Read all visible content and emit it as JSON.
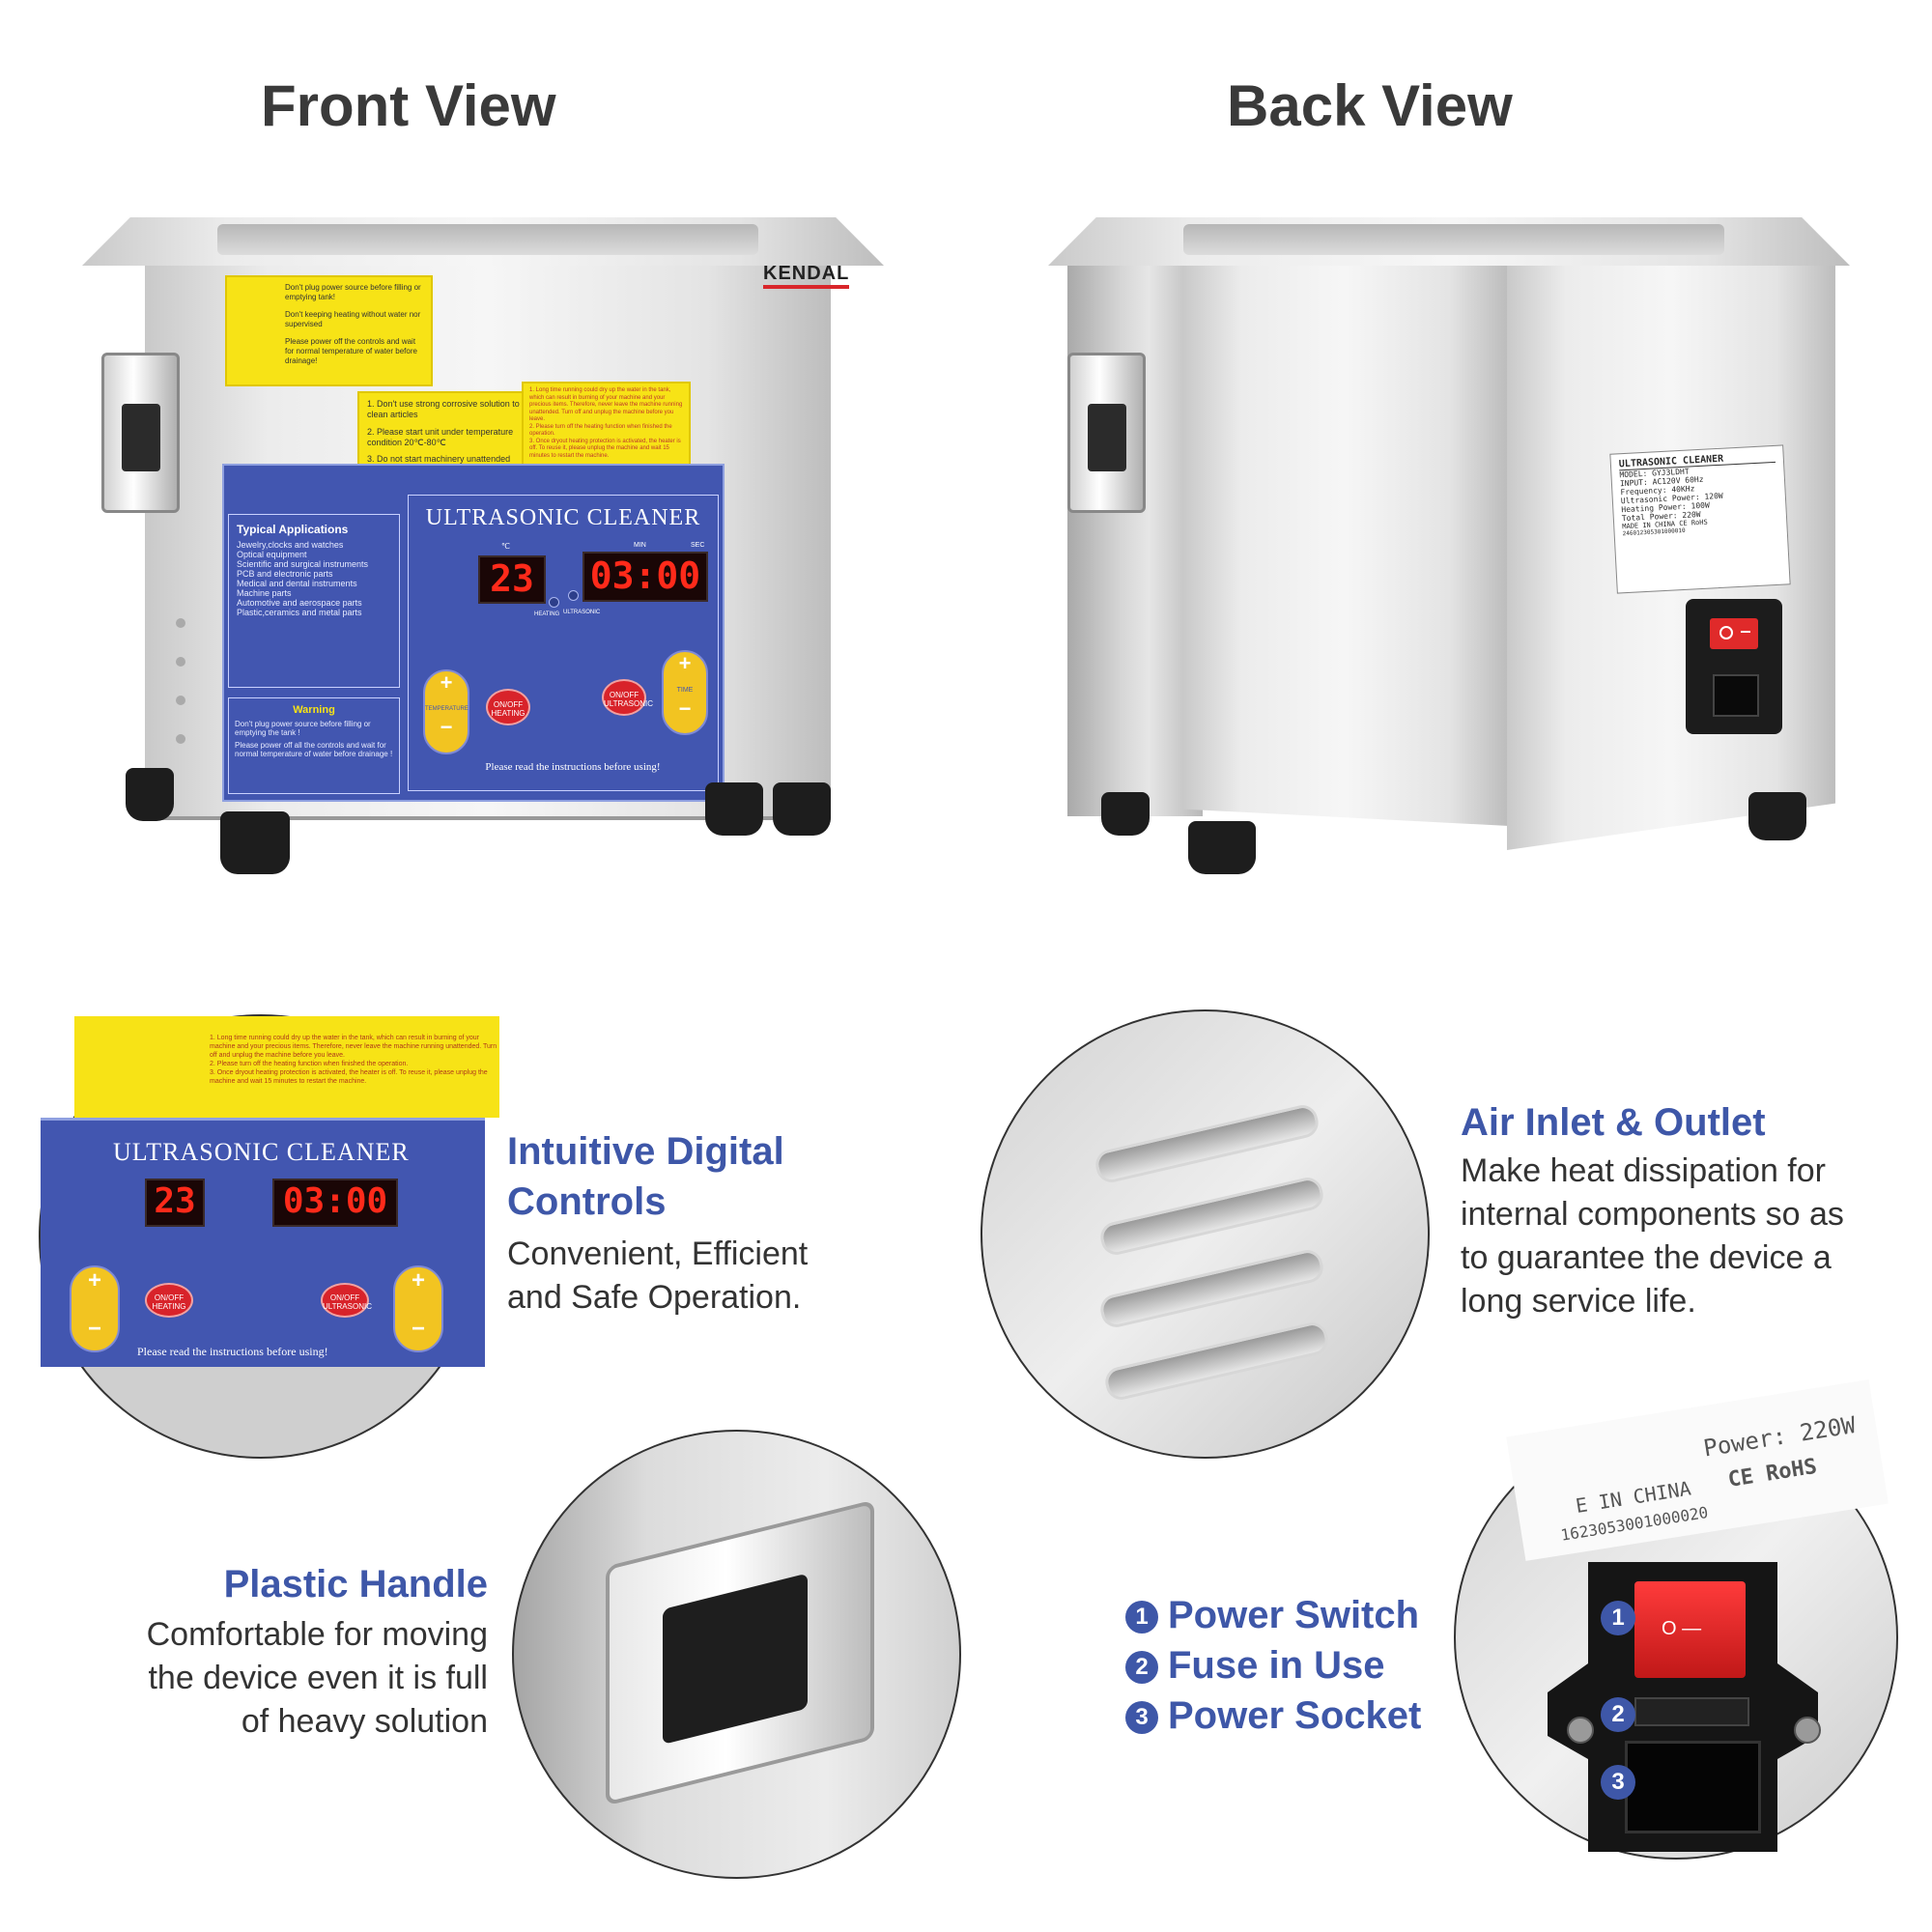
{
  "titles": {
    "front": "Front View",
    "back": "Back View"
  },
  "device": {
    "brand": "KENDAL",
    "panel_title": "ULTRASONIC CLEANER",
    "temp_unit": "℃",
    "temp_display": "23",
    "time_display": "03:00",
    "min_label": "MIN",
    "sec_label": "SEC",
    "heating_indicator": "HEATING",
    "ultrasonic_indicator": "ULTRASONIC",
    "temperature_label": "TEMPERATURE",
    "time_label": "TIME",
    "heating_button": "ON/OFF HEATING",
    "ultrasonic_button": "ON/OFF ULTRASONIC",
    "instructions_note": "Please read the instructions before using!",
    "applications_title": "Typical Applications",
    "applications": [
      "Jewelry,clocks and watches",
      "Optical equipment",
      "Scientific and surgical instruments",
      "PCB and electronic parts",
      "Medical and dental instruments",
      "Machine parts",
      "Automotive and aerospace parts",
      "Plastic,ceramics and metal parts"
    ],
    "warning_title": "Warning",
    "warning_lines": [
      "Don't plug power source before filling or emptying the tank !",
      "Please power off all the controls and wait for normal temperature of water before drainage !"
    ],
    "yellow_label_1": [
      "Don't plug power source before filling or emptying tank!",
      "Don't keeping heating without water nor supervised",
      "Please power off the controls and wait for normal temperature of water before drainage!"
    ],
    "yellow_label_2": [
      "1. Don't use strong corrosive solution to clean articles",
      "2. Please start unit under temperature condition 20℃-80℃",
      "3. Do not start machinery unattended"
    ],
    "yellow_label_3": [
      "1. Long time running could dry up the water in the tank, which can result in burning of your machine and your precious items. Therefore, never leave the machine running unattended. Turn off and unplug the machine before you leave.",
      "2. Please turn off the heating function when finished the operation.",
      "3. Once dryout heating protection is activated, the heater is off. To reuse it, please unplug the machine and wait 15 minutes to restart the machine."
    ]
  },
  "nameplate": {
    "title": "ULTRASONIC CLEANER",
    "lines": [
      "MODEL: GYJ3LDHT",
      "INPUT: AC120V 60Hz",
      "Frequency: 40KHz",
      "Ultrasonic Power: 120W",
      "Heating Power: 100W",
      "Total Power: 220W"
    ],
    "made_in": "MADE IN CHINA",
    "certs": "CE RoHS",
    "serial": "246012305301000010"
  },
  "zoom_plate": {
    "power_text": "Power: 220W",
    "made_in": "E IN CHINA",
    "certs": "CE RoHS",
    "serial": "1623053001000020",
    "switch_symbols": "O   —"
  },
  "features": {
    "controls": {
      "title_1": "Intuitive Digital",
      "title_2": "Controls",
      "desc_1": "Convenient, Efficient",
      "desc_2": "and Safe Operation."
    },
    "air": {
      "title": "Air Inlet & Outlet",
      "desc_1": "Make heat dissipation for",
      "desc_2": "internal components so as",
      "desc_3": "to guarantee the device a",
      "desc_4": "long service life."
    },
    "handle": {
      "title": "Plastic Handle",
      "desc_1": "Comfortable for moving",
      "desc_2": "the device even it is full",
      "desc_3": "of heavy solution"
    },
    "power": {
      "items": [
        {
          "num": "1",
          "label": "Power Switch"
        },
        {
          "num": "2",
          "label": "Fuse in Use"
        },
        {
          "num": "3",
          "label": "Power Socket"
        }
      ]
    }
  },
  "colors": {
    "accent": "#3e57a8",
    "panel_blue": "#4256b0",
    "label_yellow": "#f7e316",
    "led_red": "#ff2a1a"
  }
}
